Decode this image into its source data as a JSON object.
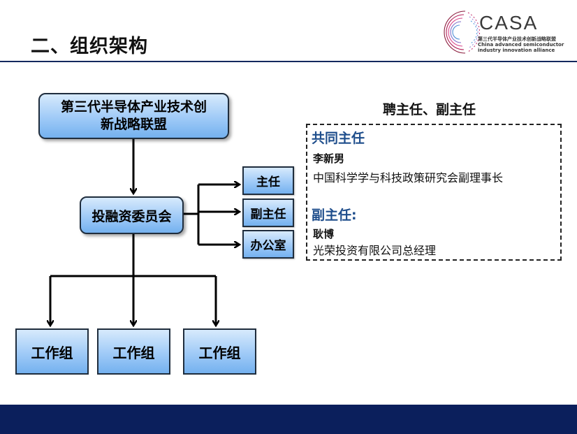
{
  "header": {
    "title": "二、组织架构",
    "logo": {
      "wordmark": "CASA",
      "name_cn": "第三代半导体产业技术创新战略联盟",
      "name_en": "China advanced semiconductor industry innovation alliance"
    }
  },
  "org_chart": {
    "alliance": "第三代半导体产业技术创新战略联盟",
    "committee": "投融资委员会",
    "branches": [
      "主任",
      "副主任",
      "办公室"
    ],
    "working_groups": [
      "工作组",
      "工作组",
      "工作组"
    ]
  },
  "appointments": {
    "heading": "聘主任、副主任",
    "director": {
      "role": "共同主任",
      "name": "李新男",
      "position": "中国科学学与科技政策研究会副理事长"
    },
    "deputy": {
      "role": "副主任:",
      "name": "耿博",
      "position": "光荣投资有限公司总经理"
    }
  },
  "colors": {
    "title_rule": "#13295e",
    "footer": "#0b1f5c",
    "role_text": "#1f4e8c",
    "box_fill": "#9fcaf7"
  }
}
